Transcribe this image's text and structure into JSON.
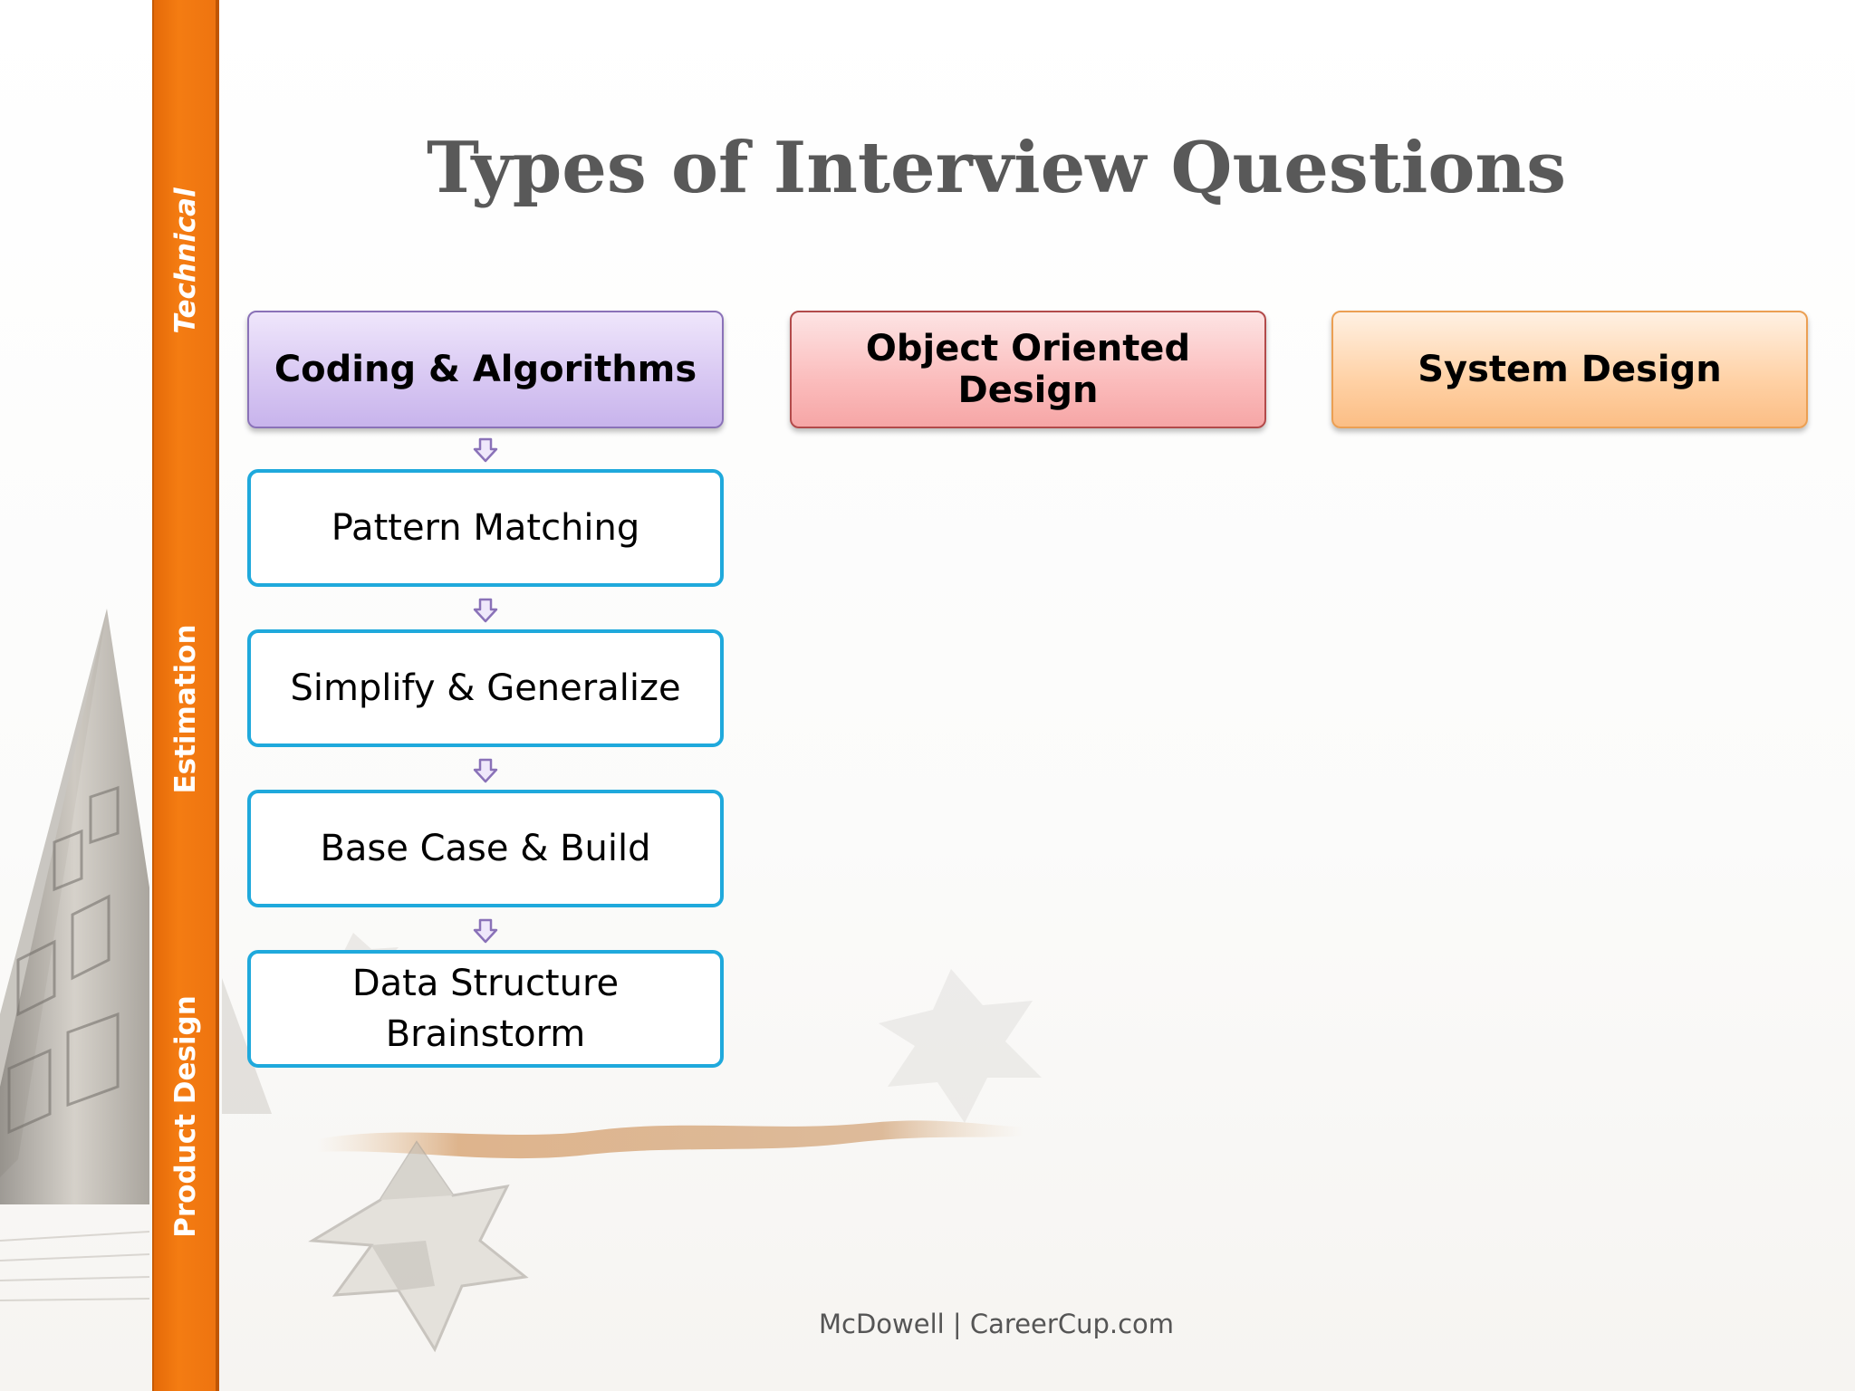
{
  "slide": {
    "title": "Types of Interview Questions",
    "footer": "McDowell | CareerCup.com"
  },
  "sidebar": {
    "sections": [
      "Technical",
      "Estimation",
      "Product Design"
    ]
  },
  "categories": [
    {
      "label": "Coding & Algorithms",
      "color": "#d9c9f3"
    },
    {
      "label": "Object Oriented Design",
      "color": "#fbbcbc"
    },
    {
      "label": "System Design",
      "color": "#ffd1a5"
    }
  ],
  "coding_steps": [
    "Pattern Matching",
    "Simplify & Generalize",
    "Base Case & Build",
    "Data Structure Brainstorm"
  ],
  "colors": {
    "sidebar": "#f47c12",
    "step_border": "#1fa9dc",
    "arrow": "#8a72b8",
    "title": "#595959"
  }
}
